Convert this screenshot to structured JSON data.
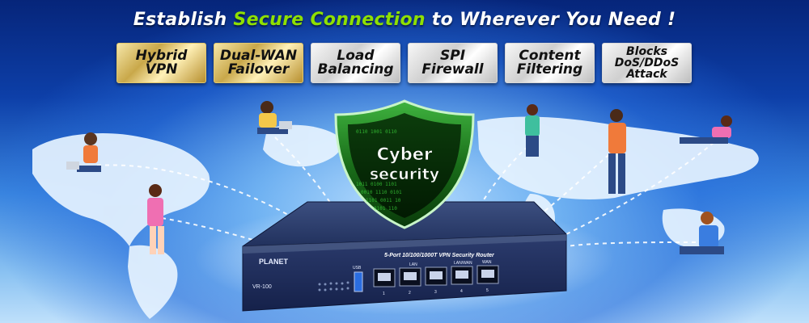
{
  "headline": {
    "part1": "Establish ",
    "highlight1": "Secure",
    "space": " ",
    "highlight2": "Connection",
    "part2": " to Wherever You Need !"
  },
  "features": [
    {
      "label": "Hybrid\nVPN",
      "style": "gold"
    },
    {
      "label": "Dual-WAN\nFailover",
      "style": "gold"
    },
    {
      "label": "Load\nBalancing",
      "style": "silver"
    },
    {
      "label": "SPI\nFirewall",
      "style": "silver"
    },
    {
      "label": "Content\nFiltering",
      "style": "silver"
    },
    {
      "label": "Blocks\nDoS/DDoS\nAttack",
      "style": "silver"
    }
  ],
  "shield": {
    "line1": "Cyber",
    "line2": "security"
  },
  "router": {
    "brand": "PLANET",
    "model": "VR-100",
    "description": "5-Port 10/100/1000T VPN Security Router",
    "usb_label": "USB",
    "lan_label": "LAN",
    "lanwan_label": "LAN/WAN",
    "wan_label": "WAN",
    "ports": [
      "1",
      "2",
      "3",
      "4",
      "5"
    ]
  },
  "colors": {
    "highlight": "#8fe000",
    "shield": "#1f7a1f",
    "router": "#223366"
  }
}
